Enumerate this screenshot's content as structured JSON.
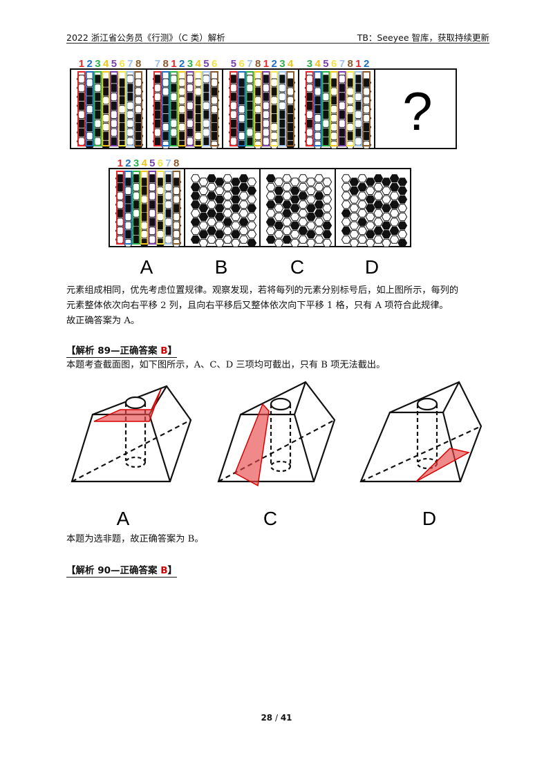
{
  "header": {
    "left": "2022 浙江省公务员《行测》（C 类）解析",
    "right": "TB：Seeyee 智库，获取持续更新"
  },
  "figure88": {
    "question_mark": "?",
    "number_labels": [
      [
        "1",
        "2",
        "3",
        "4",
        "5",
        "6",
        "7",
        "8"
      ],
      [
        "7",
        "8",
        "1",
        "2",
        "3",
        "4",
        "5",
        "6"
      ],
      [
        "5",
        "6",
        "7",
        "8",
        "1",
        "2",
        "3",
        "4"
      ],
      [
        "3",
        "4",
        "5",
        "6",
        "7",
        "8",
        "1",
        "2"
      ],
      [
        "1",
        "2",
        "3",
        "4",
        "5",
        "6",
        "7",
        "8"
      ]
    ],
    "label_colors": [
      "#e8262a",
      "#1f6fc4",
      "#2bb24c",
      "#f0c419",
      "#7a3fb0",
      "#f2e44a",
      "#9fc3e8",
      "#8a5a2b"
    ],
    "options": [
      "A",
      "B",
      "C",
      "D"
    ]
  },
  "text88": {
    "line1": "元素组成相同，优先考虑位置规律。观察发现，若将每列的元素分别标号后，如上图所示，每列的",
    "line2": "元素整体依次向右平移 2 列，且向右平移后又整体依次向下平移 1 格，只有 A 项符合此规律。",
    "line3": "故正确答案为 A。"
  },
  "section89": {
    "heading_prefix": "【解析 89—正确答案 ",
    "answer": "B",
    "heading_suffix": "】",
    "intro": "本题考查截面图，如下图所示，A、C、D 三项均可截出，只有 B 项无法截出。",
    "labels": [
      "A",
      "C",
      "D"
    ],
    "conclusion": "本题为选非题，故正确答案为 B。"
  },
  "section90": {
    "heading_prefix": "【解析 90—正确答案 ",
    "answer": "B",
    "heading_suffix": "】"
  },
  "footer": {
    "current": "28",
    "separator": " / ",
    "total": "41"
  }
}
